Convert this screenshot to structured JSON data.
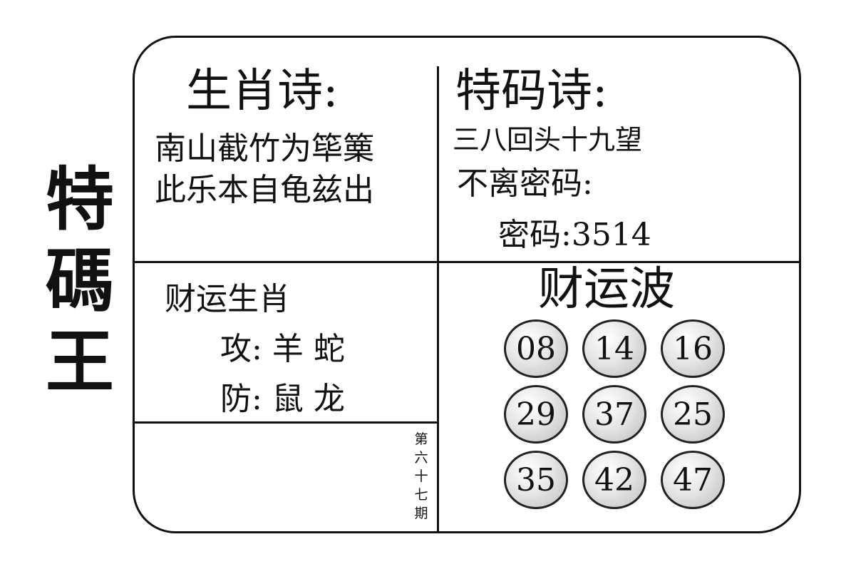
{
  "side_title": [
    "特",
    "碼",
    "王"
  ],
  "zodiac_poem": {
    "heading": "生肖诗:",
    "lines": [
      "南山截竹为筚篥",
      "此乐本自龟兹出"
    ]
  },
  "number_poem": {
    "heading": "特码诗:",
    "line": "三八回头十九望",
    "subheading": "不离密码:",
    "code_label": "密码:",
    "code_value": "3514"
  },
  "fortune_zodiac": {
    "heading": "财运生肖",
    "attack_label": "攻:",
    "attack_values": "羊 蛇",
    "defend_label": "防:",
    "defend_values": "鼠 龙"
  },
  "issue": [
    "第",
    "六",
    "十",
    "七",
    "期"
  ],
  "fortune_wave": {
    "heading": "财运波",
    "numbers": [
      "08",
      "14",
      "16",
      "29",
      "37",
      "25",
      "35",
      "42",
      "47"
    ]
  }
}
